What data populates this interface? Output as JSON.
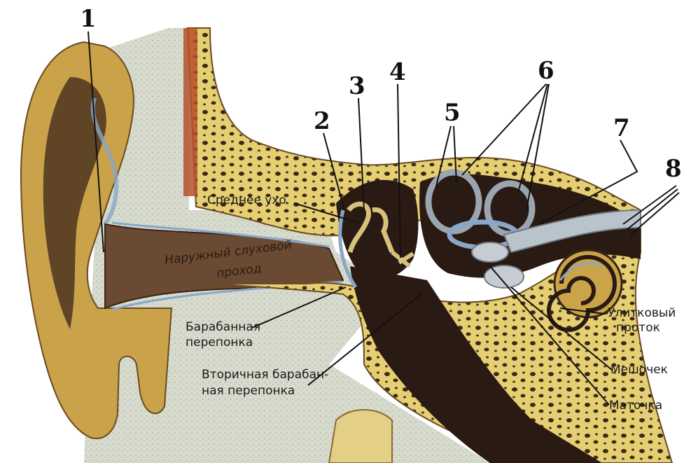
{
  "diagram": {
    "colors": {
      "bone": "#e8d27a",
      "bone_dark": "#b8963a",
      "cartilage": "#c9a448",
      "soft_tissue": "#d9dccb",
      "cavity": "#2a1a14",
      "skin_dark": "#5a3a22",
      "canal": "#6b4a33",
      "membrane": "#8aa6c8"
    },
    "numbers": [
      "1",
      "2",
      "3",
      "4",
      "5",
      "6",
      "7",
      "8"
    ],
    "labels": {
      "middle_ear": "Среднее ухо",
      "ext_canal_line1": "Наружный слуховой",
      "ext_canal_line2": "проход",
      "tympanic_line1": "Барабанная",
      "tympanic_line2": "перепонка",
      "secondary_line1": "Вторичная барабан-",
      "secondary_line2": "ная перепонка",
      "cochlear_line1": "Улитковый",
      "cochlear_line2": "проток",
      "saccule": "Мешочек",
      "utricle": "Маточка"
    }
  }
}
